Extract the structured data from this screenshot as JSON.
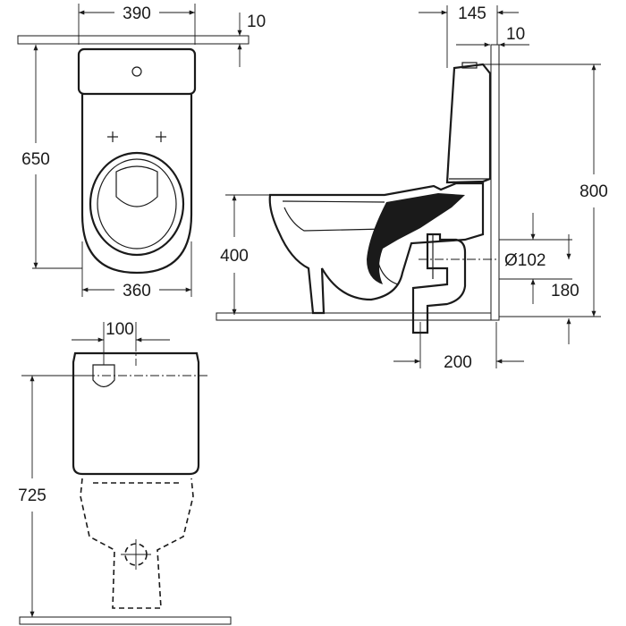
{
  "dimensions": {
    "top_width": "390",
    "top_wall_gap": "10",
    "top_length": "650",
    "top_inner_width": "360",
    "side_depth_top": "145",
    "side_wall_gap": "10",
    "side_total_height": "800",
    "side_seat_height": "400",
    "side_outlet_diameter": "Ø102",
    "side_outlet_height": "180",
    "side_outlet_offset": "200",
    "front_cistern_feature": "100",
    "front_total_height": "725"
  },
  "colors": {
    "line": "#1a1a1a",
    "background": "#ffffff"
  }
}
